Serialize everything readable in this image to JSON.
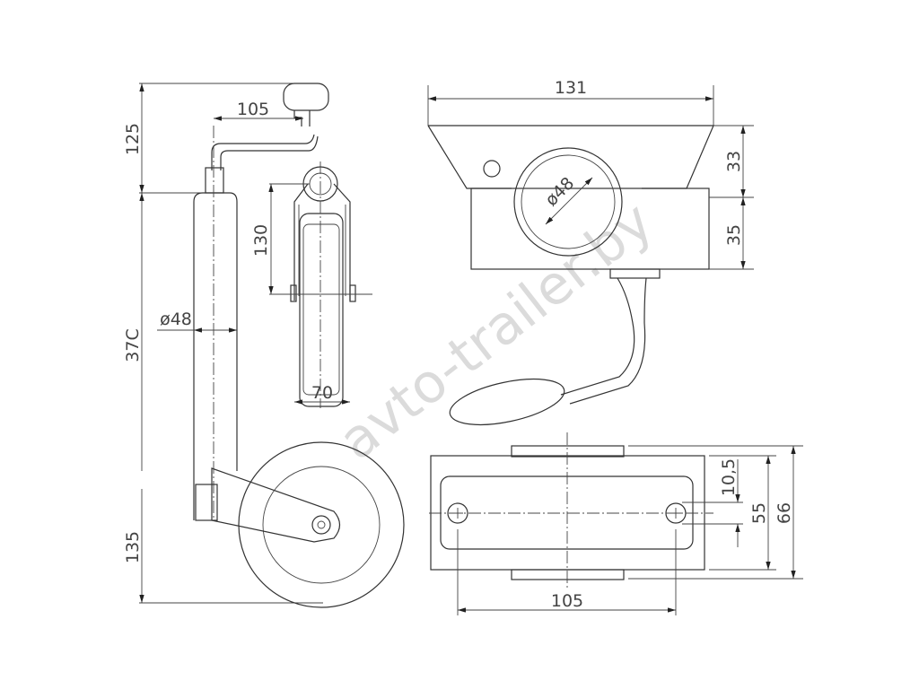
{
  "watermark": "avto-trailer.by",
  "jockey_wheel_side_view": {
    "handle_height": "125",
    "tube_length": "37C",
    "wheel_height": "135",
    "crank_offset": "105",
    "tube_diameter": "ø48"
  },
  "wheel_front_view": {
    "fork_height": "130",
    "wheel_width": "70"
  },
  "clamp_front_view": {
    "plate_width": "131",
    "upper_height": "33",
    "lower_height": "35",
    "bore_diameter": "ø48"
  },
  "clamp_top_view": {
    "hole_spacing": "105",
    "hole_offset": "10,5",
    "inner_width": "55",
    "outer_width": "66"
  }
}
